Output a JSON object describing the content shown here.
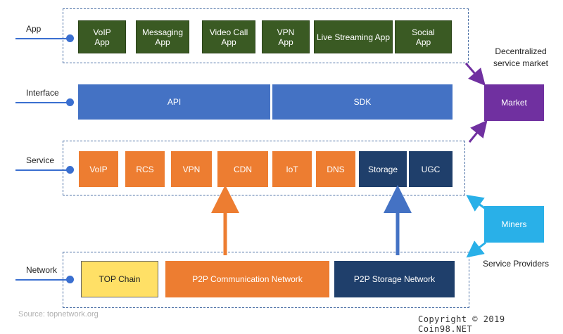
{
  "layers": {
    "app": "App",
    "interface": "Interface",
    "service": "Service",
    "network": "Network"
  },
  "apps": [
    "VoIP\nApp",
    "Messaging\nApp",
    "Video Call\nApp",
    "VPN\nApp",
    "Live Streaming App",
    "Social\nApp"
  ],
  "interface": {
    "api": "API",
    "sdk": "SDK"
  },
  "services": [
    "VoIP",
    "RCS",
    "VPN",
    "CDN",
    "IoT",
    "DNS",
    "Storage",
    "UGC"
  ],
  "network": {
    "top_chain": "TOP Chain",
    "p2p_comm": "P2P Communication Network",
    "p2p_storage": "P2P Storage Network"
  },
  "market": {
    "title": "Decentralized\nservice market",
    "label": "Market"
  },
  "miners": {
    "label": "Miners",
    "caption": "Service Providers"
  },
  "source": "Source: topnetwork.org",
  "copyright": "Copyright © 2019 Coin98.NET",
  "colors": {
    "app_green": "#3a5a23",
    "interface_blue": "#4472c4",
    "service_orange": "#ed7d31",
    "storage_navy": "#1f3f6b",
    "market_purple": "#7030a0",
    "miners_cyan": "#29b0e8",
    "top_chain_yellow": "#ffe066"
  }
}
